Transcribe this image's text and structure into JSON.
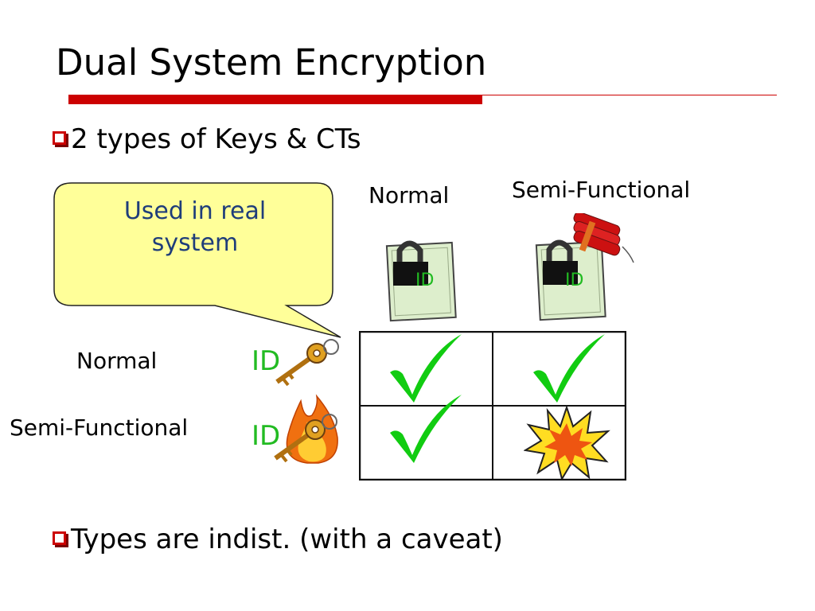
{
  "slide": {
    "title": "Dual System Encryption",
    "bullets": [
      {
        "text": "2 types of Keys & CTs"
      },
      {
        "text": "Types are indist.  (with a caveat)"
      }
    ],
    "callout": {
      "text_line1": "Used in real",
      "text_line2": "system"
    },
    "columns": {
      "normal": "Normal",
      "semi": "Semi-Functional"
    },
    "rows": {
      "normal": "Normal",
      "semi": "Semi-Functional"
    },
    "id_label": "ID",
    "grid": {
      "normal_normal": "check",
      "normal_semi": "check",
      "semi_normal": "check",
      "semi_semi": "explosion"
    },
    "colors": {
      "accent": "#cc0000",
      "check": "#11cc11",
      "id": "#22bb22",
      "callout_fill": "#ffff99",
      "callout_text": "#1f3d7a"
    }
  }
}
